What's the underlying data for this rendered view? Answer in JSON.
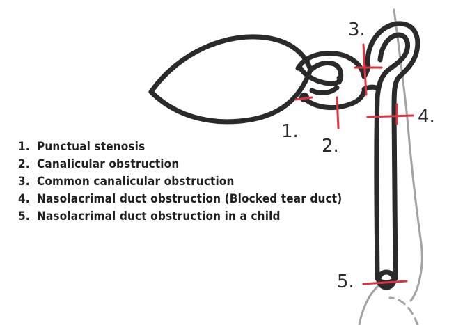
{
  "legend": [
    {
      "num": "1.",
      "label": "Punctual stenosis"
    },
    {
      "num": "2.",
      "label": "Canalicular obstruction"
    },
    {
      "num": "3.",
      "label": "Common canalicular obstruction"
    },
    {
      "num": "4.",
      "label": "Nasolacrimal duct obstruction (Blocked tear duct)"
    },
    {
      "num": "5.",
      "label": "Nasolacrimal duct obstruction in a child"
    }
  ],
  "markers": {
    "m1": "1.",
    "m2": "2.",
    "m3": "3.",
    "m4": "4.",
    "m5": "5."
  },
  "colors": {
    "outline": "#2a2a2a",
    "obstruction": "#e0313f",
    "nasal_wall": "#9a9a9a"
  }
}
